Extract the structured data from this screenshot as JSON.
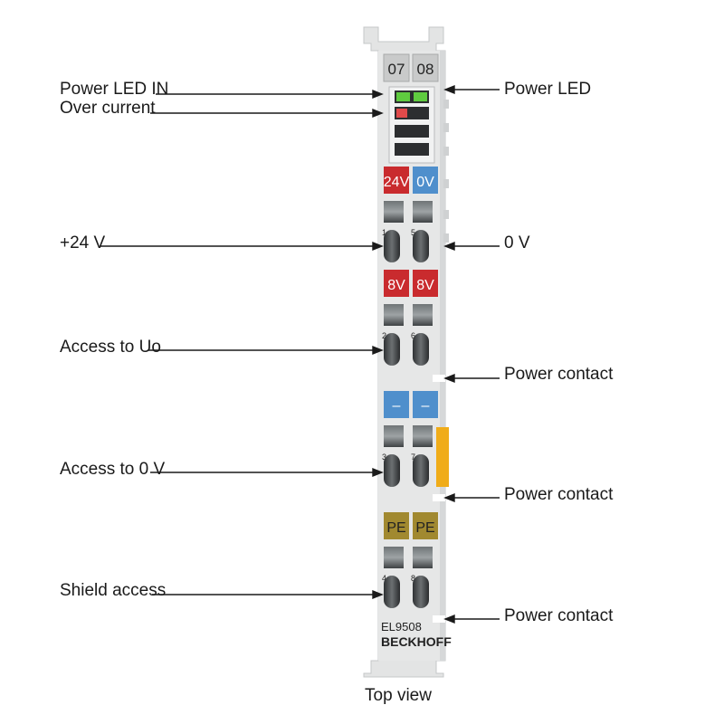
{
  "callouts": {
    "power_led_in": "Power LED IN",
    "over_current": "Over current",
    "plus_24v": "+24 V",
    "access_uo": "Access to Uo",
    "access_0v": "Access to 0 V",
    "shield_access": "Shield access",
    "power_led": "Power LED",
    "zero_v": "0 V",
    "power_contact_1": "Power contact",
    "power_contact_2": "Power contact",
    "power_contact_3": "Power contact"
  },
  "terminal": {
    "channel_left": "07",
    "channel_right": "08",
    "badge_24v": "24V",
    "badge_0v": "0V",
    "badge_8v_left": "8V",
    "badge_8v_right": "8V",
    "badge_minus_left": "–",
    "badge_minus_right": "–",
    "badge_pe_left": "PE",
    "badge_pe_right": "PE",
    "pin_1": "1",
    "pin_5": "5",
    "pin_2": "2",
    "pin_6": "6",
    "pin_3": "3",
    "pin_7": "7",
    "pin_4": "4",
    "pin_8": "8",
    "model": "EL9508",
    "brand": "BECKHOFF"
  },
  "caption": "Top view",
  "colors": {
    "body": "#e3e4e4",
    "red": "#c92b2e",
    "blue": "#4f8fcc",
    "pe": "#a18930",
    "orange": "#f0ac19",
    "led_green": "#5fcb3f",
    "led_red": "#e04a4a"
  }
}
